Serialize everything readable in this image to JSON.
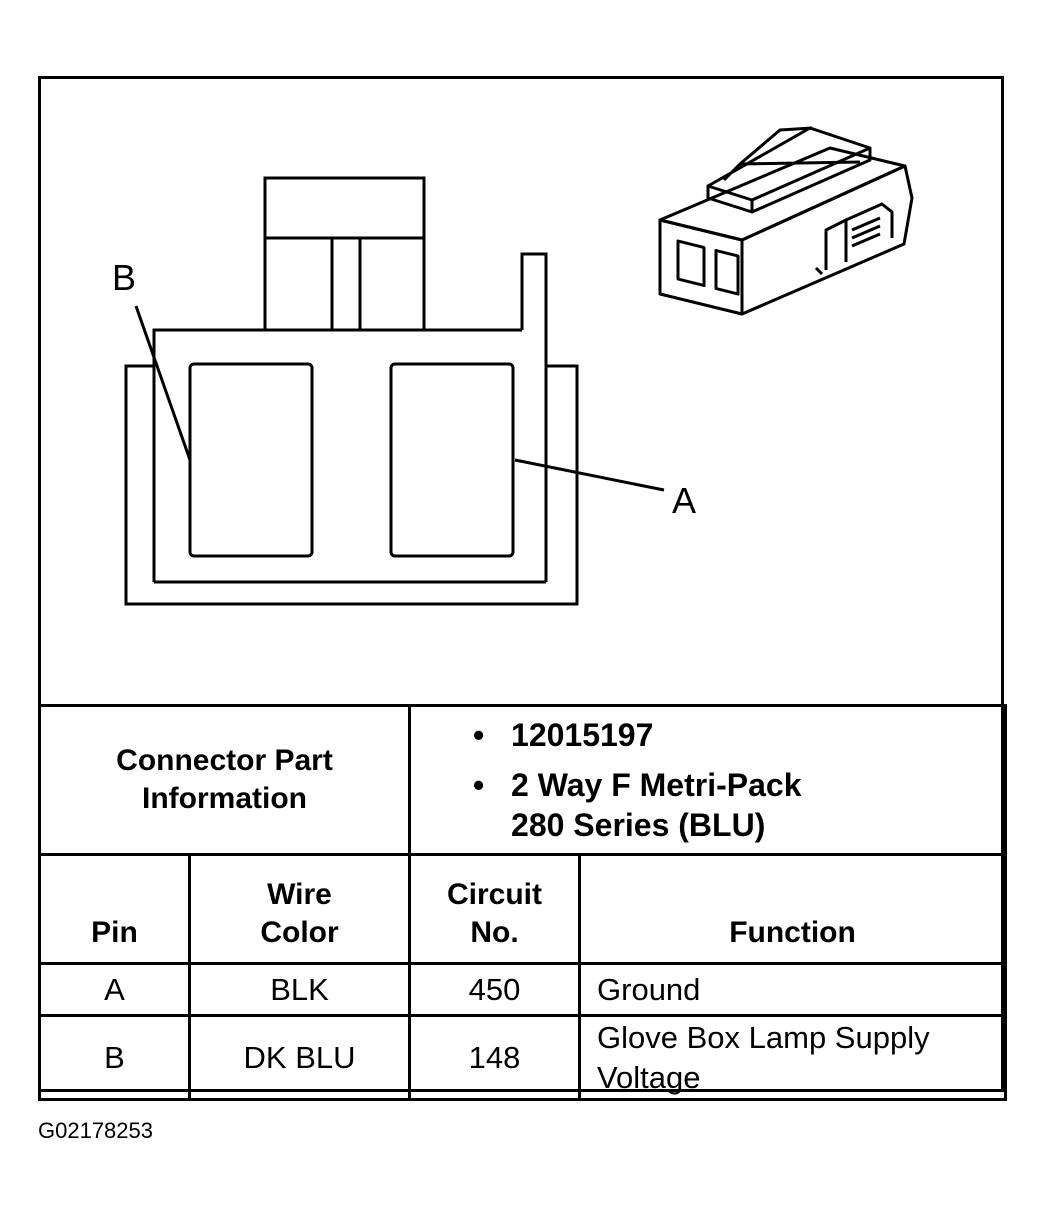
{
  "diagram": {
    "callouts": {
      "pin_b": "B",
      "pin_a": "A"
    }
  },
  "connector_info": {
    "label_line1": "Connector Part",
    "label_line2": "Information",
    "bullets": [
      {
        "lines": [
          "12015197"
        ]
      },
      {
        "lines": [
          "2 Way F Metri-Pack",
          "280 Series (BLU)"
        ]
      }
    ],
    "bullet_symbol": "•"
  },
  "table": {
    "headers": {
      "pin": [
        "Pin"
      ],
      "wire_color": [
        "Wire",
        "Color"
      ],
      "circuit_no": [
        "Circuit",
        "No."
      ],
      "function": [
        "Function"
      ]
    },
    "rows": [
      {
        "pin": "A",
        "wire_color": "BLK",
        "circuit": "450",
        "function": [
          "Ground"
        ]
      },
      {
        "pin": "B",
        "wire_color": "DK BLU",
        "circuit": "148",
        "function": [
          "Glove Box Lamp Supply",
          "Voltage"
        ]
      }
    ]
  },
  "figure_id": "G02178253"
}
